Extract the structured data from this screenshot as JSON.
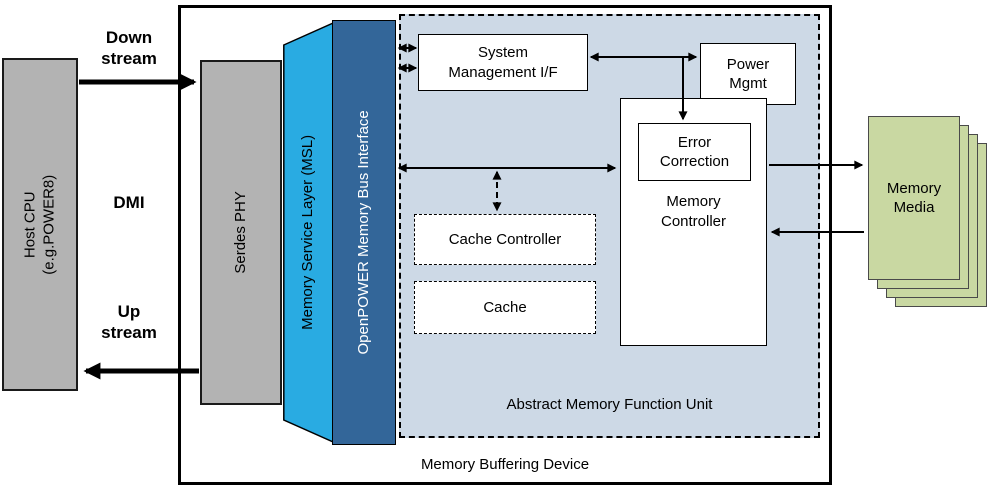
{
  "host": {
    "lines": [
      "Host CPU",
      "(e.g.POWER8)"
    ]
  },
  "link": {
    "down": [
      "Down",
      "stream"
    ],
    "dmi": "DMI",
    "up": [
      "Up",
      "stream"
    ]
  },
  "device": {
    "title": "Memory Buffering Device",
    "serdes": "Serdes PHY",
    "msl": "Memory Service Layer (MSL)",
    "openpower_bus": "OpenPOWER Memory Bus Interface"
  },
  "amfu": {
    "title": "Abstract Memory Function Unit",
    "sys_mgmt": [
      "System",
      "Management I/F"
    ],
    "power_mgmt": [
      "Power",
      "Mgmt"
    ],
    "error_correction": [
      "Error",
      "Correction"
    ],
    "memory_controller": [
      "Memory",
      "Controller"
    ],
    "cache_controller": "Cache Controller",
    "cache": "Cache"
  },
  "media": {
    "lines": [
      "Memory",
      "Media"
    ]
  },
  "colors": {
    "gray": "#b3b3b3",
    "cyan": "#29abe2",
    "blue": "#336699",
    "amfu-bg": "#cdd9e6",
    "green": "#c9d8a2",
    "line": "#000000"
  }
}
